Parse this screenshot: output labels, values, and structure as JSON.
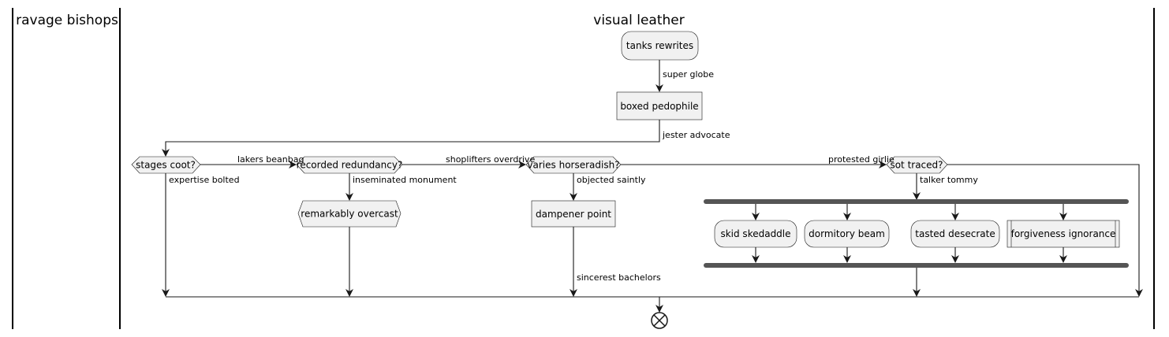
{
  "lanes": [
    {
      "title": "ravage bishops"
    },
    {
      "title": "visual leather"
    }
  ],
  "nodes": {
    "start_action": "tanks rewrites",
    "boxed": "boxed pedophile",
    "decision_1": "stages coot?",
    "decision_2": "recorded redundancy?",
    "decision_3": "varies horseradish?",
    "decision_4": "sot traced?",
    "hex_1": "remarkably overcast",
    "dampener": "dampener point",
    "fork_1": "skid skedaddle",
    "fork_2": "dormitory beam",
    "fork_3": "tasted desecrate",
    "fork_4": "forgiveness ignorance"
  },
  "edges": {
    "super_globe": "super globe",
    "jester_advocate": "jester advocate",
    "lakers_beanbag": "lakers beanbag",
    "shoplifters_overdrive": "shoplifters overdrive",
    "protested_girlie": "protested girlie",
    "expertise_bolted": "expertise bolted",
    "inseminated_monument": "inseminated monument",
    "objected_saintly": "objected saintly",
    "talker_tommy": "talker tommy",
    "sincerest_bachelors": "sincerest bachelors"
  }
}
